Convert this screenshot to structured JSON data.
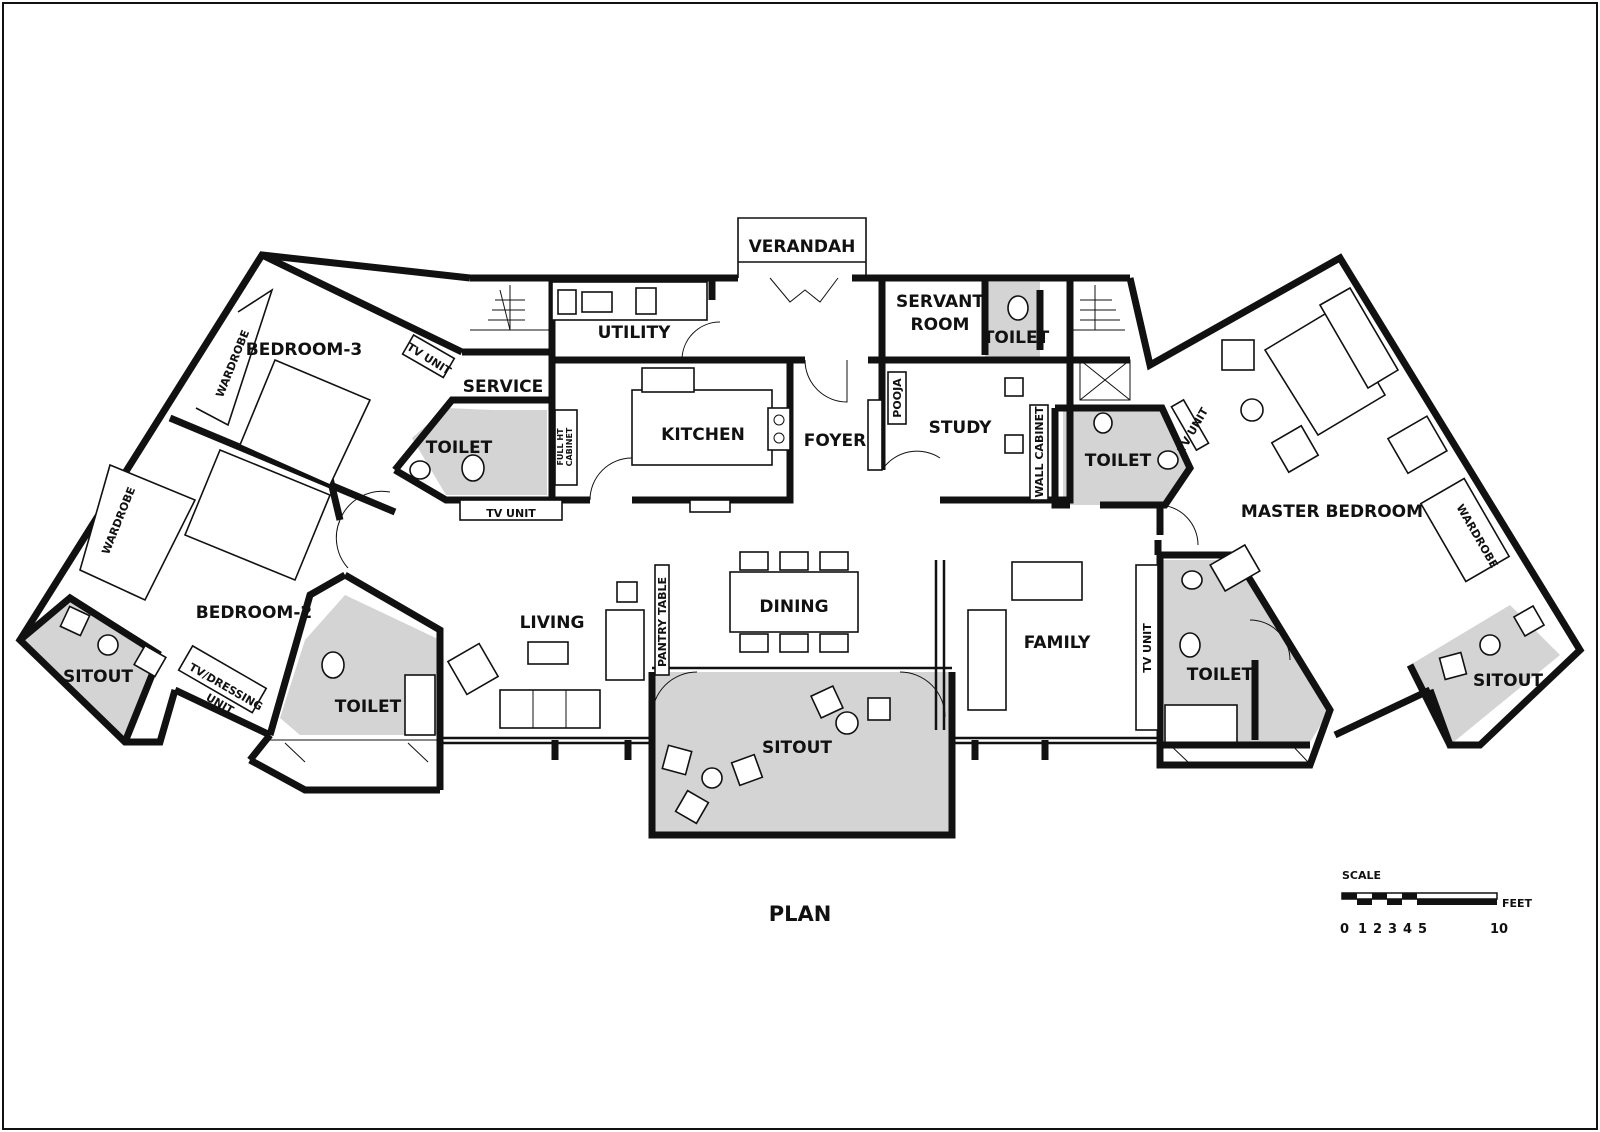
{
  "title": "PLAN",
  "rooms": {
    "verandah": "VERANDAH",
    "utility": "UTILITY",
    "servant_room_line1": "SERVANT",
    "servant_room_line2": "ROOM",
    "servant_toilet": "TOILET",
    "bedroom3": "BEDROOM-3",
    "service": "SERVICE",
    "toilet_b3": "TOILET",
    "kitchen": "KITCHEN",
    "foyer": "FOYER",
    "study": "STUDY",
    "toilet_study": "TOILET",
    "master_bedroom": "MASTER  BEDROOM",
    "bedroom2": "BEDROOM-2",
    "sitout_left": "SITOUT",
    "toilet_b2": "TOILET",
    "living": "LIVING",
    "dining": "DINING",
    "family": "FAMILY",
    "toilet_master": "TOILET",
    "sitout_right": "SITOUT",
    "sitout_center": "SITOUT"
  },
  "fixtures": {
    "wardrobe_b3": "WARDROBE",
    "tv_unit_b3": "TV UNIT",
    "tv_unit_bottom": "TV UNIT",
    "wardrobe_b2": "WARDROBE",
    "tv_dressing_line1": "TV/DRESSING",
    "tv_dressing_line2": "UNIT",
    "full_ht_line1": "FULL HT",
    "full_ht_line2": "CABINET",
    "pooja": "POOJA",
    "wall_cabinet": "WALL CABINET",
    "pantry_table": "PANTRY TABLE",
    "tv_unit_family": "TV UNIT",
    "tv_unit_master": "TV UNIT",
    "wardrobe_master": "WARDROBE"
  },
  "scale": {
    "title": "SCALE",
    "unit": "FEET",
    "ticks": [
      "0",
      "1",
      "2",
      "3",
      "4",
      "5",
      "10"
    ]
  }
}
